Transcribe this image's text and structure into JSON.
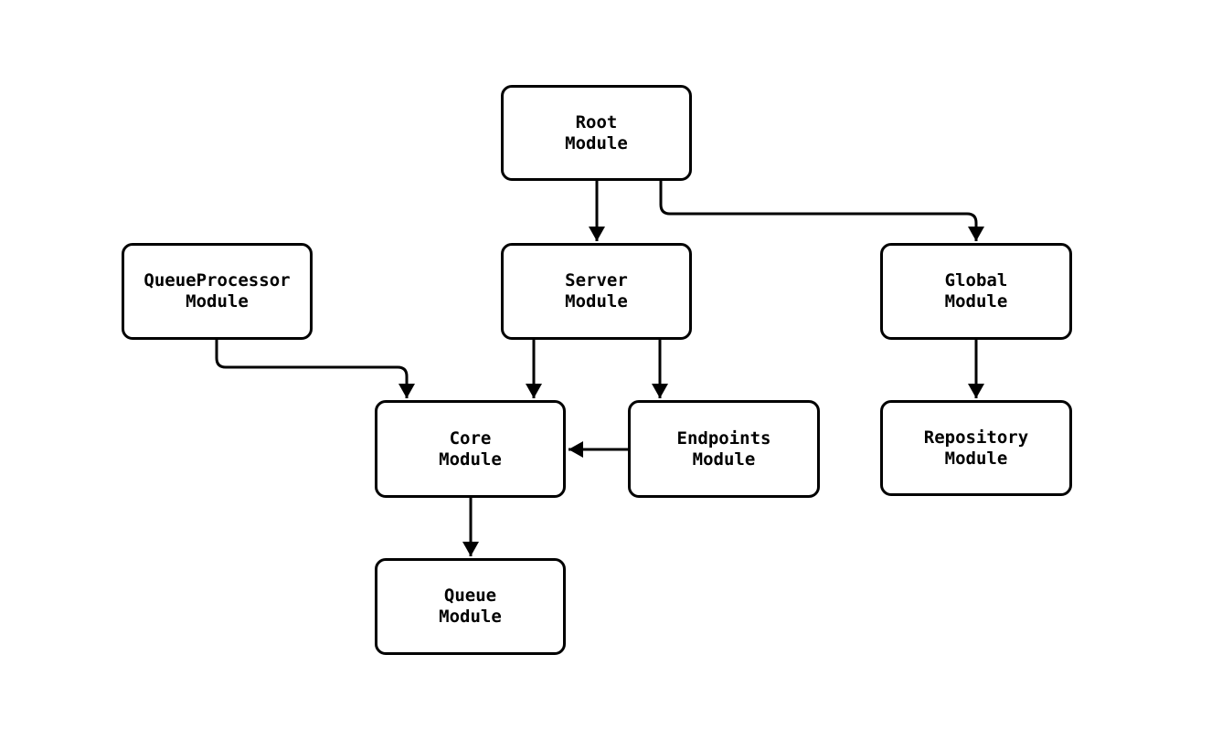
{
  "diagram": {
    "type": "module-dependency-flowchart",
    "background_color": "#ffffff",
    "node_fill_color": "#ffffff",
    "line_color": "#000000",
    "nodes": [
      {
        "id": "root",
        "label": "Root\nModule"
      },
      {
        "id": "queueprocessor",
        "label": "QueueProcessor\nModule"
      },
      {
        "id": "server",
        "label": "Server\nModule"
      },
      {
        "id": "global",
        "label": "Global\nModule"
      },
      {
        "id": "core",
        "label": "Core\nModule"
      },
      {
        "id": "endpoints",
        "label": "Endpoints\nModule"
      },
      {
        "id": "repository",
        "label": "Repository\nModule"
      },
      {
        "id": "queue",
        "label": "Queue\nModule"
      }
    ],
    "edges": [
      {
        "from": "root",
        "to": "server"
      },
      {
        "from": "root",
        "to": "global"
      },
      {
        "from": "queueprocessor",
        "to": "core"
      },
      {
        "from": "server",
        "to": "core"
      },
      {
        "from": "server",
        "to": "endpoints"
      },
      {
        "from": "endpoints",
        "to": "core"
      },
      {
        "from": "global",
        "to": "repository"
      },
      {
        "from": "core",
        "to": "queue"
      }
    ]
  }
}
